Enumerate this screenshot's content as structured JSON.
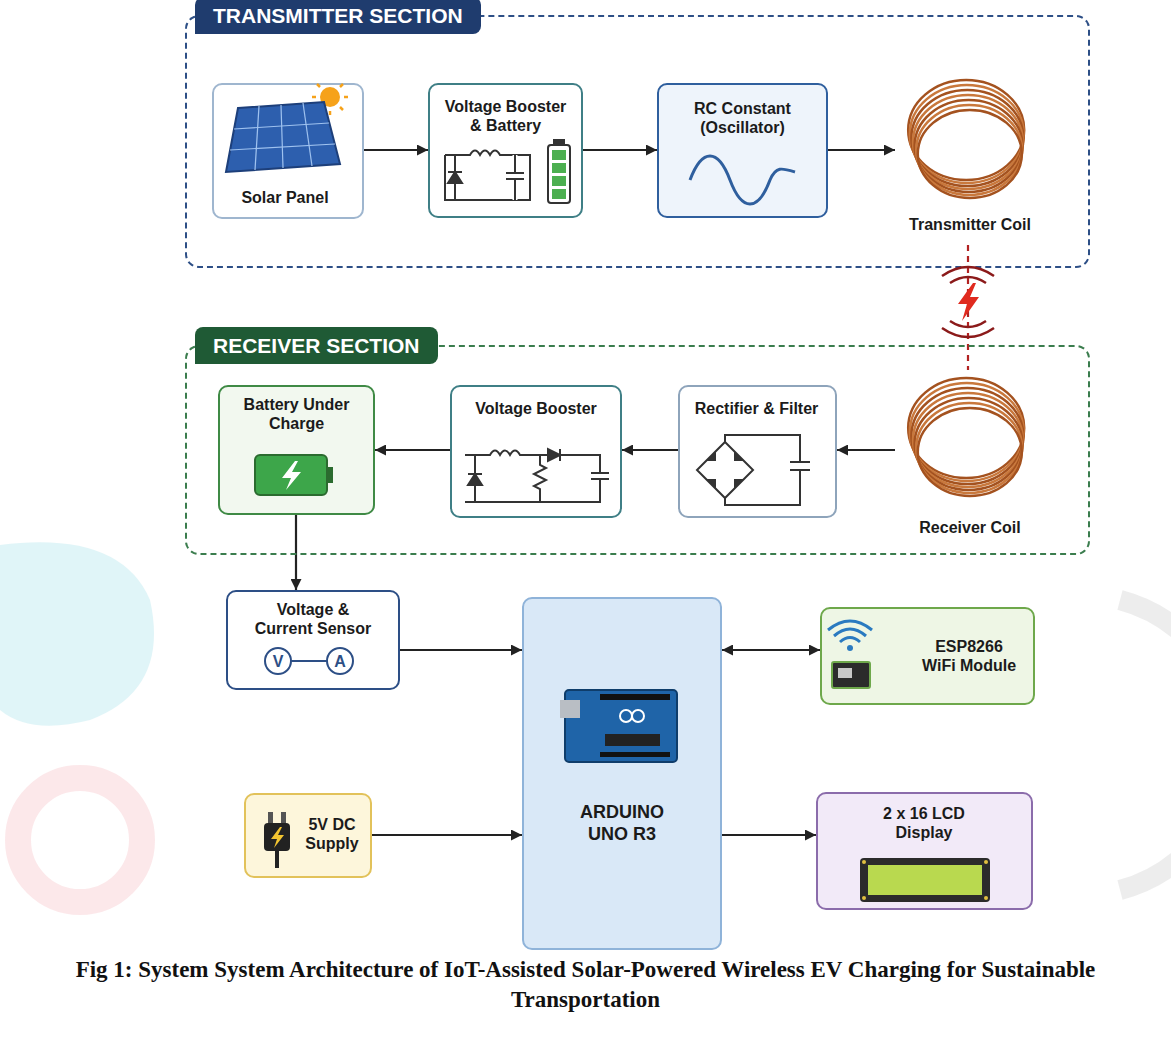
{
  "diagram": {
    "caption": "Fig 1: System System Architecture of IoT-Assisted Solar-Powered Wireless EV Charging for Sustainable Transportation",
    "nodes": [
      {
        "text": [
          "TRANSMITTER SECTION"
        ]
      },
      {
        "text": [
          "Solar Panel"
        ],
        "in": 0
      },
      {
        "text": [
          "Voltage Booster & Battery"
        ],
        "in": 0
      },
      {
        "text": [
          "RC Constant (Oscillator)"
        ],
        "in": 0
      },
      {
        "text": [
          "Transmitter Coil"
        ],
        "in": 0
      },
      {
        "text": [
          "RECEIVER SECTION"
        ]
      },
      {
        "text": [
          "Battery Under Charge"
        ],
        "in": 5
      },
      {
        "text": [
          "Voltage Booster"
        ],
        "in": 5
      },
      {
        "text": [
          "Rectifier & Filter"
        ],
        "in": 5
      },
      {
        "text": [
          "Receiver Coil"
        ],
        "in": 5
      },
      {
        "text": [
          "Voltage & Current Sensor",
          "V",
          "A"
        ]
      },
      {
        "text": [
          "ARDUINO UNO R3"
        ]
      },
      {
        "text": [
          "ESP8266 WiFi Module"
        ]
      },
      {
        "text": [
          "5V DC Supply"
        ]
      },
      {
        "text": [
          "2 x 16 LCD Display"
        ]
      }
    ],
    "edges": [
      {
        "from": 1,
        "to": 2,
        "arrow": "to"
      },
      {
        "from": 2,
        "to": 3,
        "arrow": "to"
      },
      {
        "from": 3,
        "to": 4,
        "arrow": "to"
      },
      {
        "from": 4,
        "to": 9,
        "arrow": "none"
      },
      {
        "from": 9,
        "to": 8,
        "arrow": "to"
      },
      {
        "from": 8,
        "to": 7,
        "arrow": "to"
      },
      {
        "from": 7,
        "to": 6,
        "arrow": "to"
      },
      {
        "from": 6,
        "to": 10,
        "arrow": "to"
      },
      {
        "from": 10,
        "to": 11,
        "arrow": "to"
      },
      {
        "from": 11,
        "to": 12,
        "arrow": "both"
      },
      {
        "from": 13,
        "to": 11,
        "arrow": "to"
      },
      {
        "from": 11,
        "to": 14,
        "arrow": "to"
      }
    ]
  }
}
